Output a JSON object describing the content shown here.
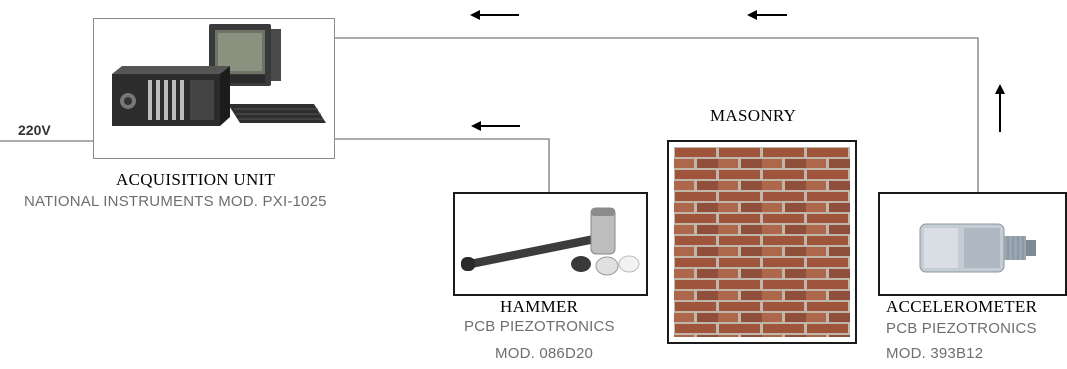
{
  "power": {
    "label": "220V"
  },
  "acquisition": {
    "title": "ACQUISITION UNIT",
    "subtitle": "NATIONAL INSTRUMENTS MOD. PXI-1025",
    "icon": "computer-workstation-icon"
  },
  "hammer": {
    "title": "HAMMER",
    "maker": "PCB PIEZOTRONICS",
    "model": "MOD. 086D20",
    "icon": "impact-hammer-icon"
  },
  "masonry": {
    "title": "MASONRY",
    "icon": "brick-wall-icon"
  },
  "accelerometer": {
    "title": "ACCELEROMETER",
    "maker": "PCB PIEZOTRONICS",
    "model": "MOD. 393B12",
    "icon": "accelerometer-sensor-icon"
  },
  "arrows": [
    "arrow-left-icon",
    "arrow-left-icon",
    "arrow-left-icon",
    "arrow-up-icon"
  ],
  "colors": {
    "wire": "#7a7a7a",
    "brick": "#a4553c",
    "mortar": "#c8c0b4"
  }
}
